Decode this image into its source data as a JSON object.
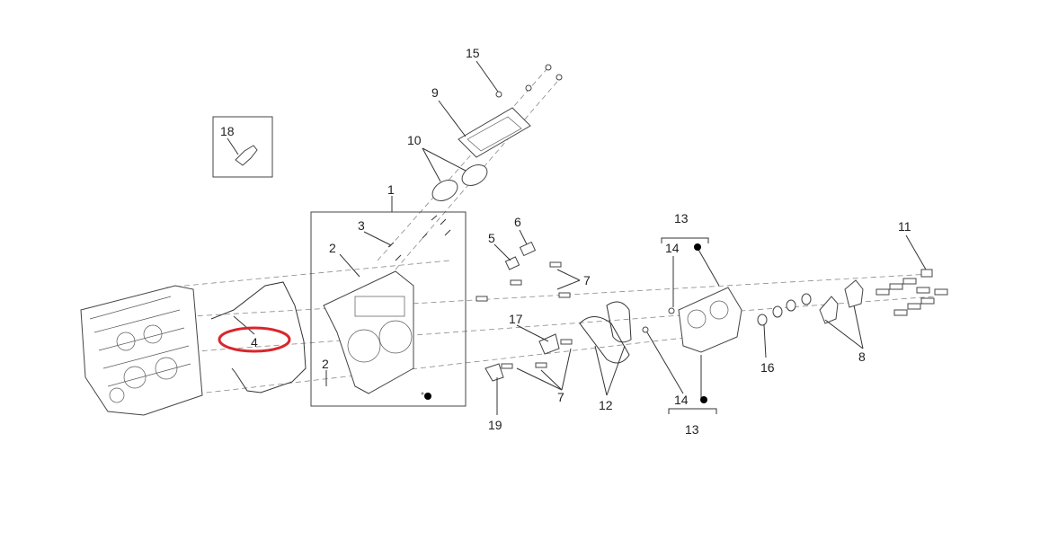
{
  "callouts": {
    "c1": "1",
    "c2a": "2",
    "c2b": "2",
    "c3": "3",
    "c4": "4",
    "c5": "5",
    "c6": "6",
    "c7a": "7",
    "c7b": "7",
    "c8": "8",
    "c9": "9",
    "c10": "10",
    "c11": "11",
    "c12": "12",
    "c13a": "13",
    "c13b": "13",
    "c14a": "14",
    "c14b": "14",
    "c15": "15",
    "c16": "16",
    "c17": "17",
    "c18": "18",
    "c19": "19"
  },
  "highlight": {
    "callout": "4",
    "color": "#d9262c"
  },
  "colors": {
    "line": "#333333",
    "dash": "#888888",
    "dot": "#000000"
  }
}
